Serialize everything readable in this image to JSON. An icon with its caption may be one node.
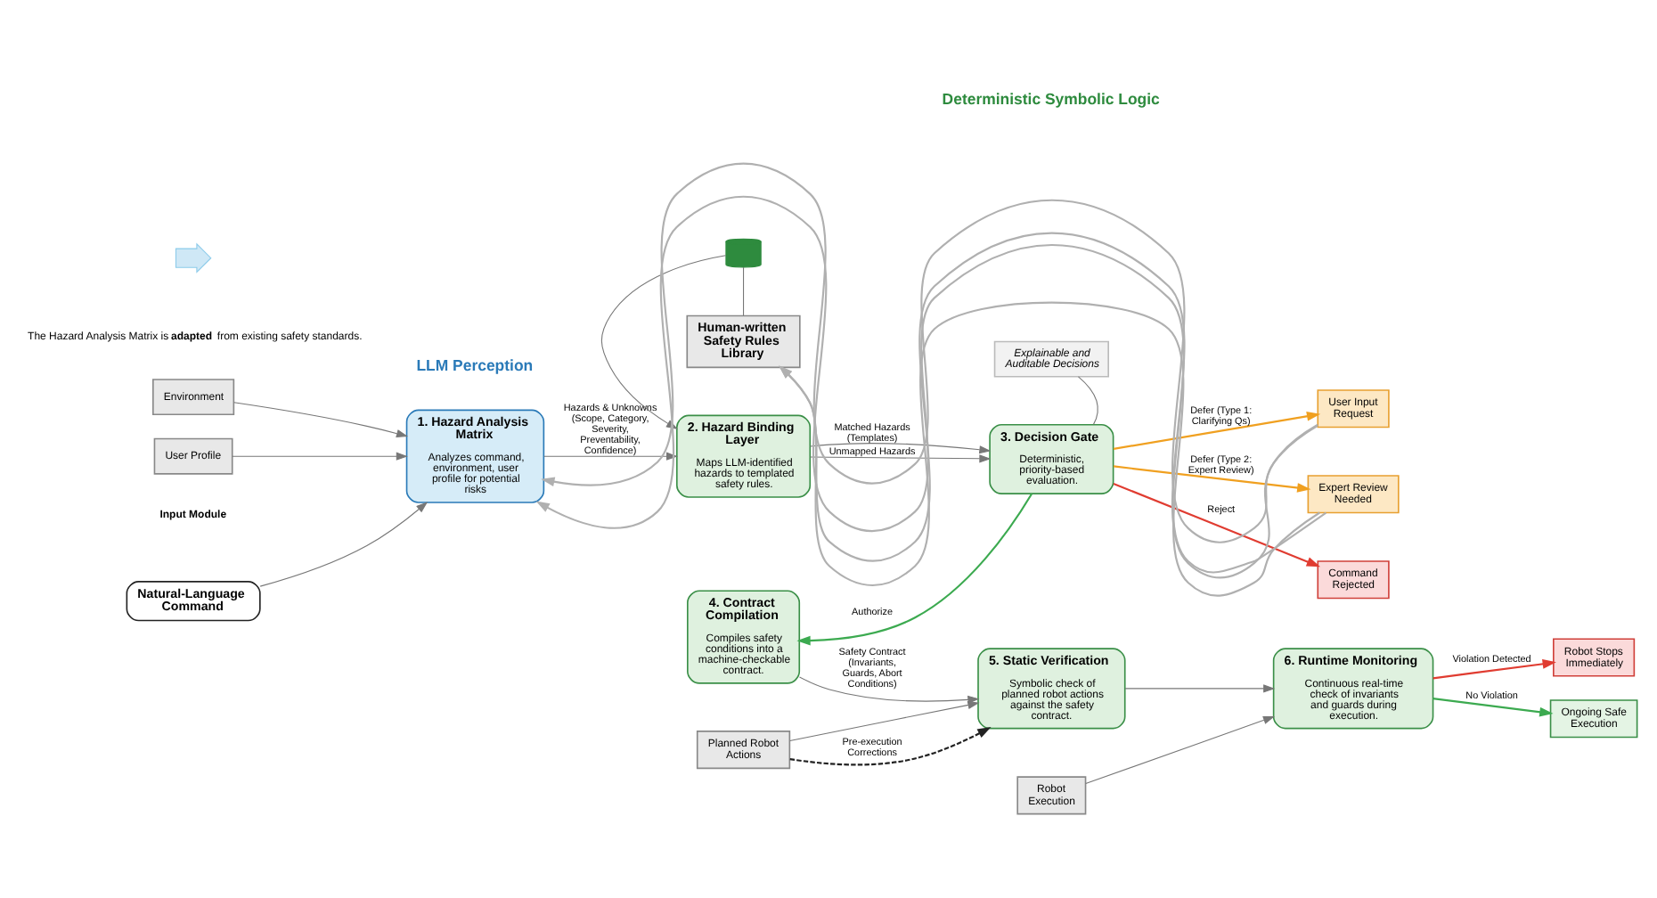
{
  "diagram": {
    "nodes": [
      {
        "text": [
          "Natural-Language Command"
        ]
      },
      {
        "text": [
          "Environment"
        ]
      },
      {
        "text": [
          "User Profile"
        ]
      },
      {
        "text": [
          "1. Hazard Analysis Matrix",
          "Analyzes command, environment, user profile for potential risks"
        ]
      },
      {
        "text": [],
        "shape": "cylinder"
      },
      {
        "text": [
          "Human-written Safety Rules Library"
        ]
      },
      {
        "text": [
          "2. Hazard Binding Layer",
          "Maps LLM-identified hazards to templated safety rules."
        ]
      },
      {
        "text": [
          "3. Decision Gate",
          "Deterministic, priority-based evaluation."
        ]
      },
      {
        "text": [
          "Explainable and Auditable Decisions"
        ]
      },
      {
        "text": [
          "User Input Request"
        ]
      },
      {
        "text": [
          "Expert Review Needed"
        ]
      },
      {
        "text": [
          "Command Rejected"
        ]
      },
      {
        "text": [
          "4. Contract Compilation",
          "Compiles safety conditions into a machine-checkable contract."
        ]
      },
      {
        "text": [
          "5. Static Verification",
          "Symbolic check of planned robot actions against the safety contract."
        ]
      },
      {
        "text": [
          "6. Runtime Monitoring",
          "Continuous real-time check of invariants and guards during execution."
        ]
      },
      {
        "text": [
          "Robot Stops Immediately"
        ]
      },
      {
        "text": [
          "Ongoing Safe Execution"
        ]
      },
      {
        "text": [
          "Planned Robot Actions"
        ]
      },
      {
        "text": [
          "Robot Execution"
        ]
      },
      {
        "text": [],
        "shape": "arrow"
      }
    ],
    "edges": [
      {
        "from": 0,
        "to": 3,
        "arrow": "to"
      },
      {
        "from": 1,
        "to": 3,
        "arrow": "to"
      },
      {
        "from": 2,
        "to": 3,
        "arrow": "to"
      },
      {
        "from": 3,
        "to": 6,
        "arrow": "to",
        "label": "Hazards & Unknowns (Scope, Category, Severity, Preventability, Confidence)"
      },
      {
        "from": 4,
        "to": 5,
        "arrow": "none"
      },
      {
        "from": 4,
        "to": 6,
        "arrow": "to"
      },
      {
        "from": 6,
        "to": 7,
        "arrow": "to",
        "label": "Matched Hazards (Templates)"
      },
      {
        "from": 6,
        "to": 7,
        "arrow": "to",
        "label": "Unmapped Hazards"
      },
      {
        "from": 8,
        "to": 7,
        "arrow": "none"
      },
      {
        "from": 7,
        "to": 9,
        "arrow": "to",
        "label": "Defer (Type 1: Clarifying Qs)",
        "color": "#f0a020"
      },
      {
        "from": 7,
        "to": 10,
        "arrow": "to",
        "label": "Defer (Type 2: Expert Review)",
        "color": "#f0a020"
      },
      {
        "from": 7,
        "to": 11,
        "arrow": "to",
        "label": "Reject",
        "color": "#e03c31"
      },
      {
        "from": 7,
        "to": 12,
        "arrow": "to",
        "label": "Authorize",
        "color": "#3caa50"
      },
      {
        "from": 9,
        "to": 5,
        "arrow": "to",
        "color": "#b0b0b0"
      },
      {
        "from": 10,
        "to": 5,
        "arrow": "to",
        "color": "#b0b0b0"
      },
      {
        "from": 9,
        "to": 3,
        "arrow": "to",
        "color": "#b0b0b0"
      },
      {
        "from": 10,
        "to": 3,
        "arrow": "to",
        "color": "#b0b0b0"
      },
      {
        "from": 12,
        "to": 13,
        "arrow": "to",
        "label": "Safety Contract (Invariants, Guards, Abort Conditions)"
      },
      {
        "from": 13,
        "to": 14,
        "arrow": "to"
      },
      {
        "from": 14,
        "to": 15,
        "arrow": "to",
        "label": "Violation Detected",
        "color": "#e03c31"
      },
      {
        "from": 14,
        "to": 16,
        "arrow": "to",
        "label": "No Violation",
        "color": "#3caa50"
      },
      {
        "from": 17,
        "to": 13,
        "arrow": "to"
      },
      {
        "from": 18,
        "to": 14,
        "arrow": "to"
      },
      {
        "from": 17,
        "to": 13,
        "arrow": "to",
        "label": "Pre-execution Corrections",
        "style": "dashed",
        "color": "#222222"
      }
    ],
    "labels": [
      "LLM Perception",
      "Deterministic Symbolic Logic",
      "Input Module",
      "The Hazard Analysis Matrix is **adapted** from existing safety standards."
    ]
  }
}
